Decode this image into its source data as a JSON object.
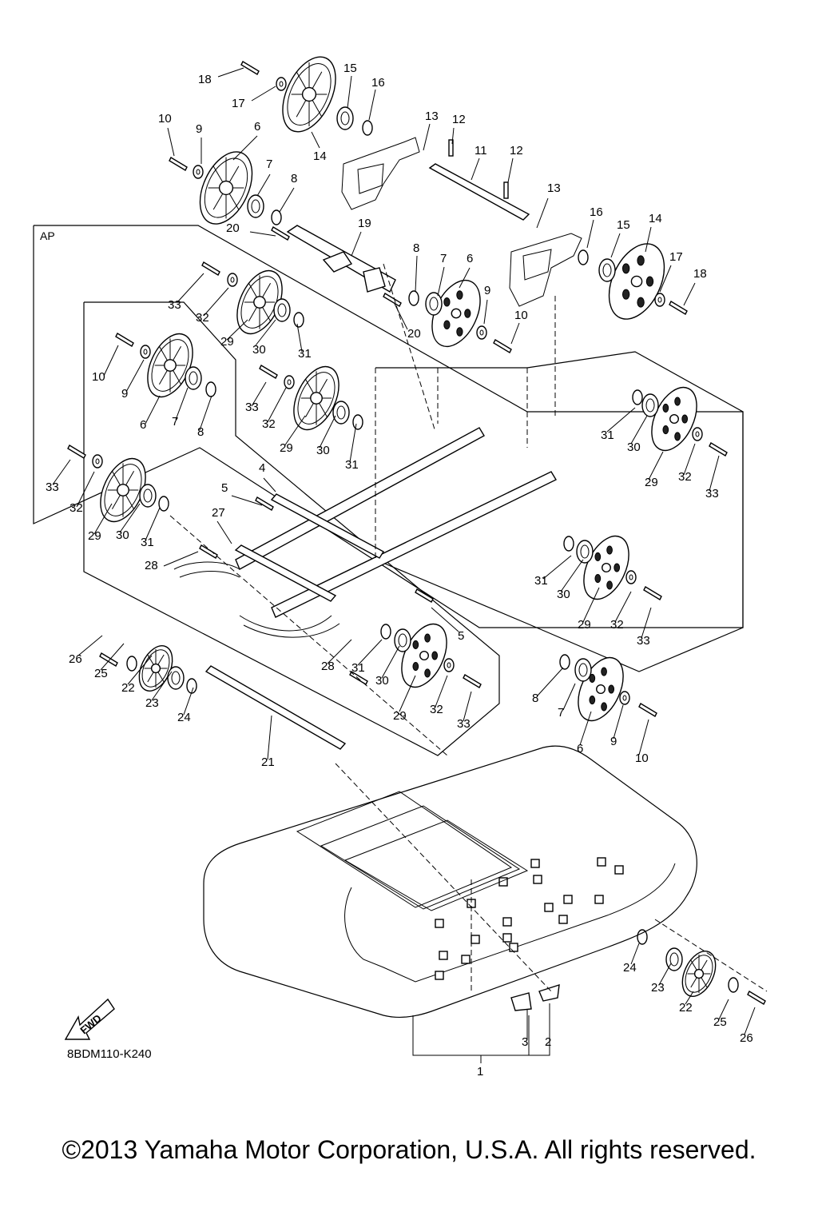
{
  "diagram": {
    "group_label": "AP",
    "reference_code": "8BDM110-K240",
    "fwd_label": "FWD",
    "callouts": [
      "1",
      "2",
      "3",
      "4",
      "5",
      "6",
      "7",
      "8",
      "9",
      "10",
      "11",
      "12",
      "13",
      "14",
      "15",
      "16",
      "17",
      "18",
      "19",
      "20",
      "21",
      "22",
      "23",
      "24",
      "25",
      "26",
      "27",
      "28",
      "29",
      "30",
      "31",
      "32",
      "33"
    ]
  },
  "footer": {
    "copyright": "©2013 Yamaha Motor Corporation, U.S.A. All rights reserved."
  }
}
